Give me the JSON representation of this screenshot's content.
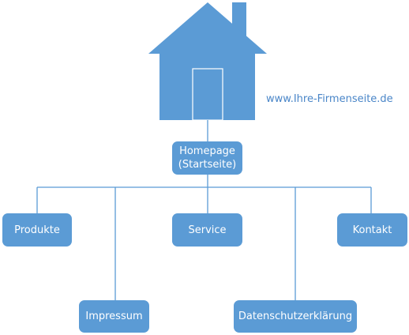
{
  "website_url": "www.Ihre-Firmenseite.de",
  "colors": {
    "box_fill": "#5b9bd5",
    "line": "#5b9bd5",
    "text_on_box": "#ffffff",
    "url_text": "#4a86c8"
  },
  "icons": {
    "house": "house-icon"
  },
  "root": {
    "line1": "Homepage",
    "line2": "(Startseite)"
  },
  "pages": {
    "produkte": "Produkte",
    "service": "Service",
    "kontakt": "Kontakt",
    "impressum": "Impressum",
    "datenschutz": "Datenschutzerklärung"
  }
}
